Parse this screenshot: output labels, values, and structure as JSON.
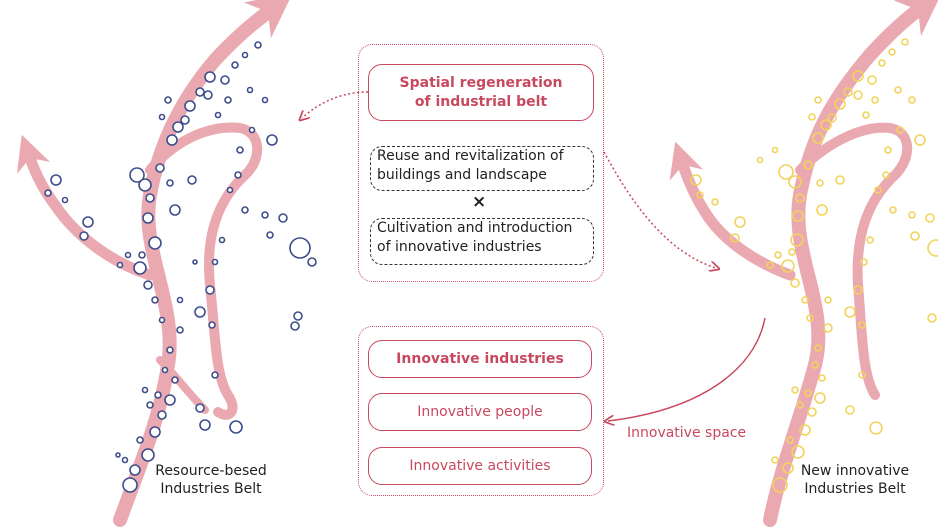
{
  "left_belt_label": [
    "Resource-besed",
    "Industries Belt"
  ],
  "right_belt_label": [
    "New innovative",
    "Industries Belt"
  ],
  "top_group": {
    "title_lines": [
      "Spatial regeneration",
      "of industrial belt"
    ],
    "item1_lines": [
      "Reuse and revitalization of",
      "buildings and landscape"
    ],
    "operator": "×",
    "item2_lines": [
      "Cultivation and introduction",
      "of innovative industries"
    ]
  },
  "bottom_group": {
    "items": [
      "Innovative industries",
      "Innovative people",
      "Innovative activities"
    ]
  },
  "arrow_label": "Innovative space",
  "colors": {
    "accent": "#c8485e",
    "belt": "#e8a0a8",
    "left_circles": "#3d4d8c",
    "right_circles": "#f2d35a"
  }
}
